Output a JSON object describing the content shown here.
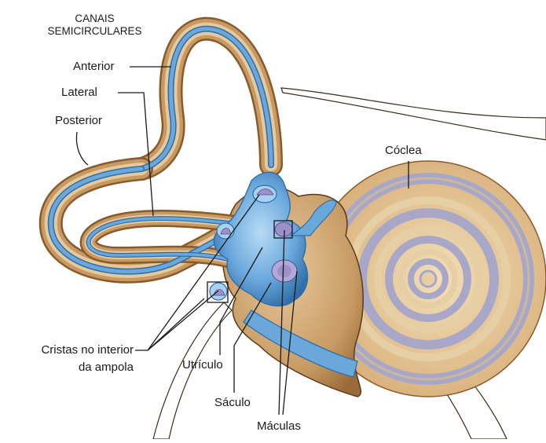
{
  "labels": {
    "canais_line1": "CANAIS",
    "canais_line2": "SEMICIRCULARES",
    "anterior": "Anterior",
    "lateral": "Lateral",
    "posterior": "Posterior",
    "coclea": "Cóclea",
    "cristas_line1": "Cristas no interior",
    "cristas_line2": "da ampola",
    "utriculo": "Utrículo",
    "saculo": "Sáculo",
    "maculas": "Máculas"
  },
  "colors": {
    "bone": "#c79a63",
    "bone_dark": "#8a5a2b",
    "bone_light": "#e7c99b",
    "fluid": "#6aa8dc",
    "fluid_dark": "#2f6ea8",
    "fluid_light": "#a9d0ef",
    "macula": "#9d8fc9",
    "cochlea_stripe": "#a9a7c8",
    "outline": "#3b2a1a"
  }
}
